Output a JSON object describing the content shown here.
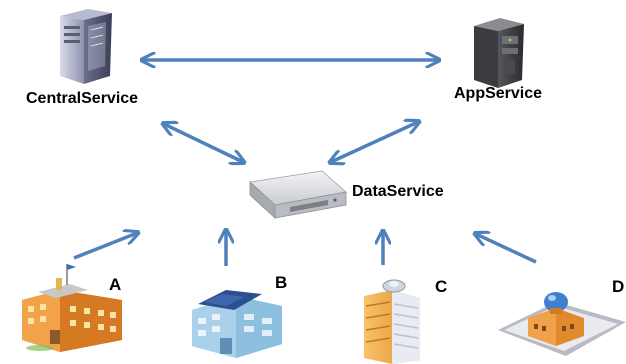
{
  "nodes": {
    "central_service": {
      "label": "CentralService"
    },
    "app_service": {
      "label": "AppService"
    },
    "data_service": {
      "label": "DataService"
    },
    "site_a": {
      "label": "A"
    },
    "site_b": {
      "label": "B"
    },
    "site_c": {
      "label": "C"
    },
    "site_d": {
      "label": "D"
    }
  },
  "colors": {
    "arrow": "#4f81bd",
    "label": "#000000"
  }
}
